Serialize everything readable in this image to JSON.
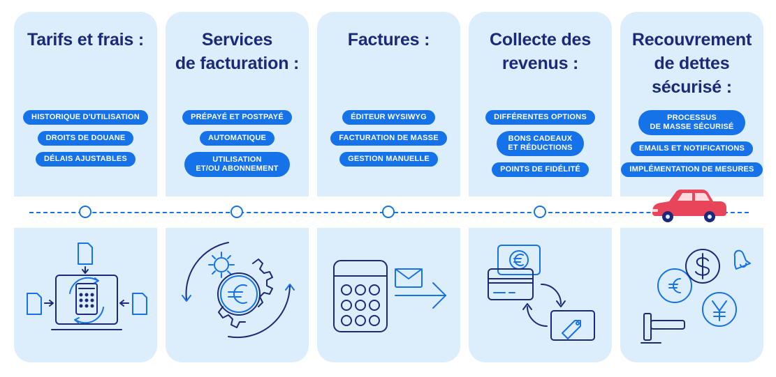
{
  "columns": [
    {
      "title": "Tarifs et frais :",
      "tags": [
        "HISTORIQUE D'UTILISATION",
        "DROITS DE DOUANE",
        "DÉLAIS AJUSTABLES"
      ],
      "icon": "calculator-document-flow-icon"
    },
    {
      "title": "Services\nde facturation :",
      "tags": [
        "PRÉPAYÉ ET POSTPAYÉ",
        "AUTOMATIQUE",
        "UTILISATION\nET/OU ABONNEMENT"
      ],
      "icon": "euro-gears-cycle-icon"
    },
    {
      "title": "Factures :",
      "tags": [
        "ÉDITEUR WYSIWYG",
        "FACTURATION DE MASSE",
        "GESTION MANUELLE"
      ],
      "icon": "calculator-send-invoice-icon"
    },
    {
      "title": "Collecte des\nrevenus :",
      "tags": [
        "DIFFÉRENTES OPTIONS",
        "BONS CADEAUX\nET RÉDUCTIONS",
        "POINTS DE FIDÉLITÉ"
      ],
      "icon": "card-gift-voucher-icon"
    },
    {
      "title": "Recouvrement\nde dettes\nsécurisé :",
      "tags": [
        "PROCESSUS\nDE MASSE SÉCURISÉ",
        "EMAILS ET NOTIFICATIONS",
        "IMPLÉMENTATION DE MESURES"
      ],
      "icon": "currencies-gavel-icon"
    }
  ],
  "timeline": {
    "marker_icon": "red-car-icon"
  },
  "colors": {
    "panel": "#dcedfc",
    "title": "#1b2a78",
    "tag": "#1572e8",
    "car": "#e8455a"
  }
}
